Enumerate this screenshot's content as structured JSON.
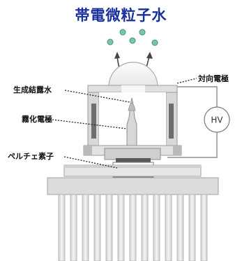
{
  "title": "帯電微粒子水",
  "labels": {
    "generated_water": "生成結露水",
    "atomizing_electrode": "霧化電極",
    "counter_electrode": "対向電極",
    "peltier_element": "ペルチェ素子",
    "hv": "HV"
  },
  "colors": {
    "title": "#1a2f9c",
    "droplet": "#6fb8a6",
    "metal_light": "#e4e4e4",
    "metal_mid": "#c9c9c9",
    "metal_dark": "#6e6e6e"
  }
}
